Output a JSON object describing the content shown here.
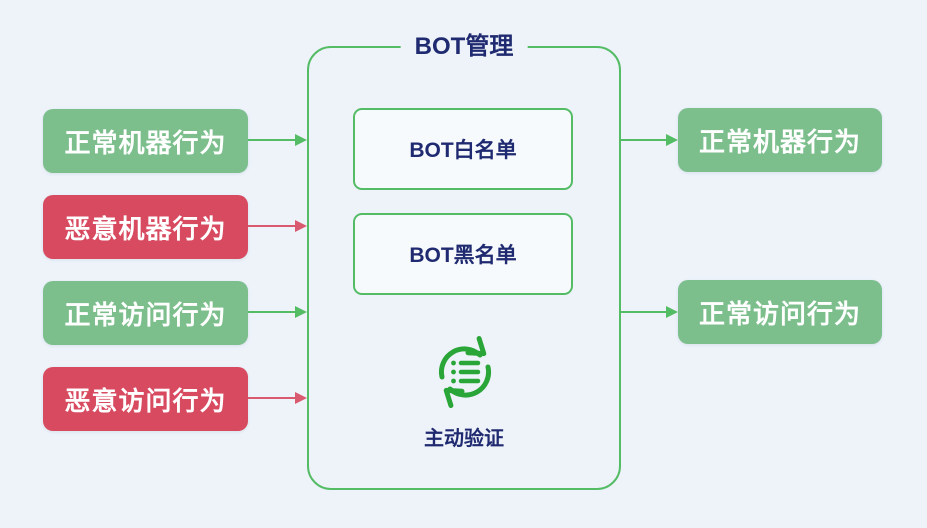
{
  "diagram": {
    "title": "BOT管理",
    "left_nodes": [
      {
        "label": "正常机器行为",
        "type": "green"
      },
      {
        "label": "恶意机器行为",
        "type": "red"
      },
      {
        "label": "正常访问行为",
        "type": "green"
      },
      {
        "label": "恶意访问行为",
        "type": "red"
      }
    ],
    "center": {
      "boxes": [
        {
          "label": "BOT白名单"
        },
        {
          "label": "BOT黑名单"
        }
      ],
      "icon": "sync-list-icon",
      "icon_label": "主动验证"
    },
    "right_nodes": [
      {
        "label": "正常机器行为",
        "type": "green"
      },
      {
        "label": "正常访问行为",
        "type": "green"
      }
    ]
  },
  "colors": {
    "green_node": "#7cbf8d",
    "red_node": "#d84a60",
    "line_green": "#55bc66",
    "arrow_red": "#d9596f",
    "icon_green": "#2aa538",
    "navy": "#1f2a70",
    "page_bg": "#eef3fa",
    "box_fill": "#f7fafd"
  }
}
